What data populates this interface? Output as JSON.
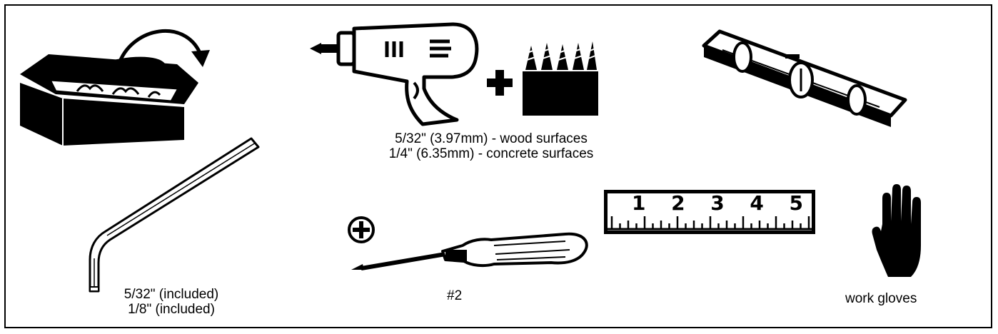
{
  "page": {
    "drill_caption_line1": "5/32\" (3.97mm) - wood surfaces",
    "drill_caption_line2": "1/4\" (6.35mm) - concrete surfaces",
    "hex_key_caption_line1": "5/32\" (included)",
    "hex_key_caption_line2": "1/8\" (included)",
    "screwdriver_caption": "#2",
    "gloves_caption": "work gloves",
    "ruler_numbers": [
      "1",
      "2",
      "3",
      "4",
      "5"
    ]
  },
  "colors": {
    "ink": "#000000",
    "paper": "#ffffff"
  }
}
